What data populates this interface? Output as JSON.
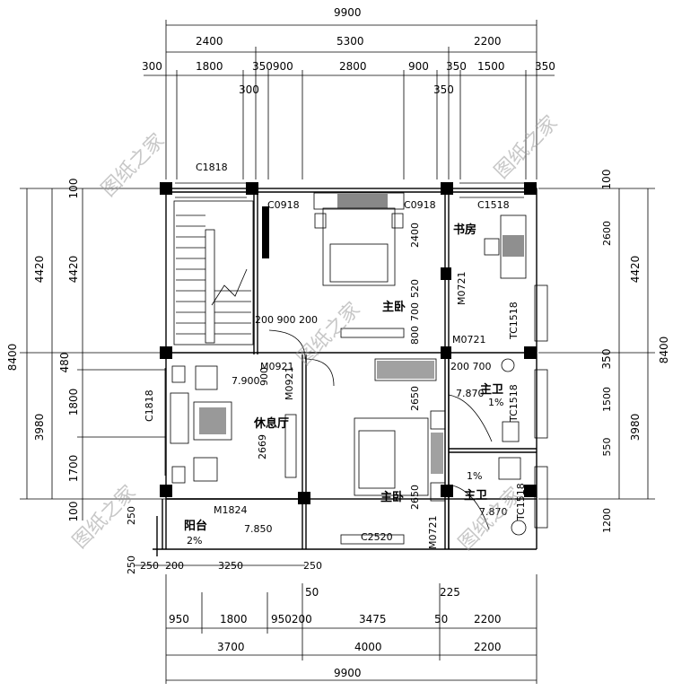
{
  "dims": {
    "top_total": "9900",
    "top_row1": [
      "2400",
      "5300",
      "2200"
    ],
    "top_row2": [
      "300",
      "1800",
      "350900",
      "2800",
      "900",
      "350",
      "1500",
      "350"
    ],
    "top_row3": [
      "300",
      "350"
    ],
    "bottom_row1": [
      "950",
      "1800",
      "950200",
      "3475",
      "50",
      "2200"
    ],
    "bottom_extra": [
      "50",
      "225"
    ],
    "bottom_row2": [
      "3700",
      "4000",
      "2200"
    ],
    "bottom_total": "9900",
    "left_outer": [
      "8400",
      "4420",
      "480",
      "3980"
    ],
    "left_inner": [
      "4420",
      "1800",
      "1700"
    ],
    "left_small": [
      "100",
      "100",
      "250",
      "250",
      "250",
      "200",
      "3250",
      "250"
    ],
    "right_outer": [
      "8400",
      "4420",
      "3980"
    ],
    "right_small": [
      "100",
      "350"
    ]
  },
  "rooms": {
    "study": "书房",
    "master_bed_1": "主卧",
    "master_bed_2": "主卧",
    "lounge": "休息厅",
    "bath_1": "主卫",
    "bath_2": "主卫",
    "balcony": "阳台"
  },
  "labels": {
    "c1818_top": "C1818",
    "c0918_left": "C0918",
    "c0918_right": "C0918",
    "c1518": "C1518",
    "m0721_a": "M0721",
    "m0721_b": "M0721",
    "m0721_c": "M0721",
    "tc1518_a": "TC1518",
    "tc1518_b": "TC1518",
    "tc1518_c": "TC1518",
    "c1818_left": "C1818",
    "m0921_a": "M0921",
    "m0921_b": "M0921",
    "m1824": "M1824",
    "c2520": "C2520",
    "elev_lounge": "7.900",
    "elev_bath": "7.870",
    "elev_bath2": "7.870",
    "elev_balcony": "7.850",
    "slope_balcony": "2%",
    "slope_bath1": "1%",
    "slope_bath2": "1%",
    "inner_2400": "2400",
    "inner_520": "520",
    "inner_700": "700",
    "inner_800": "800",
    "inner_2650a": "2650",
    "inner_2650b": "2650",
    "inner_2669": "2669",
    "inner_900": "900",
    "door_dims": "200 900 200",
    "door_dims_b": "200 700",
    "right_vert_a": "2600",
    "right_vert_b": "1500",
    "right_vert_c": "550",
    "right_vert_d": "1200"
  },
  "watermark": "图纸之家"
}
